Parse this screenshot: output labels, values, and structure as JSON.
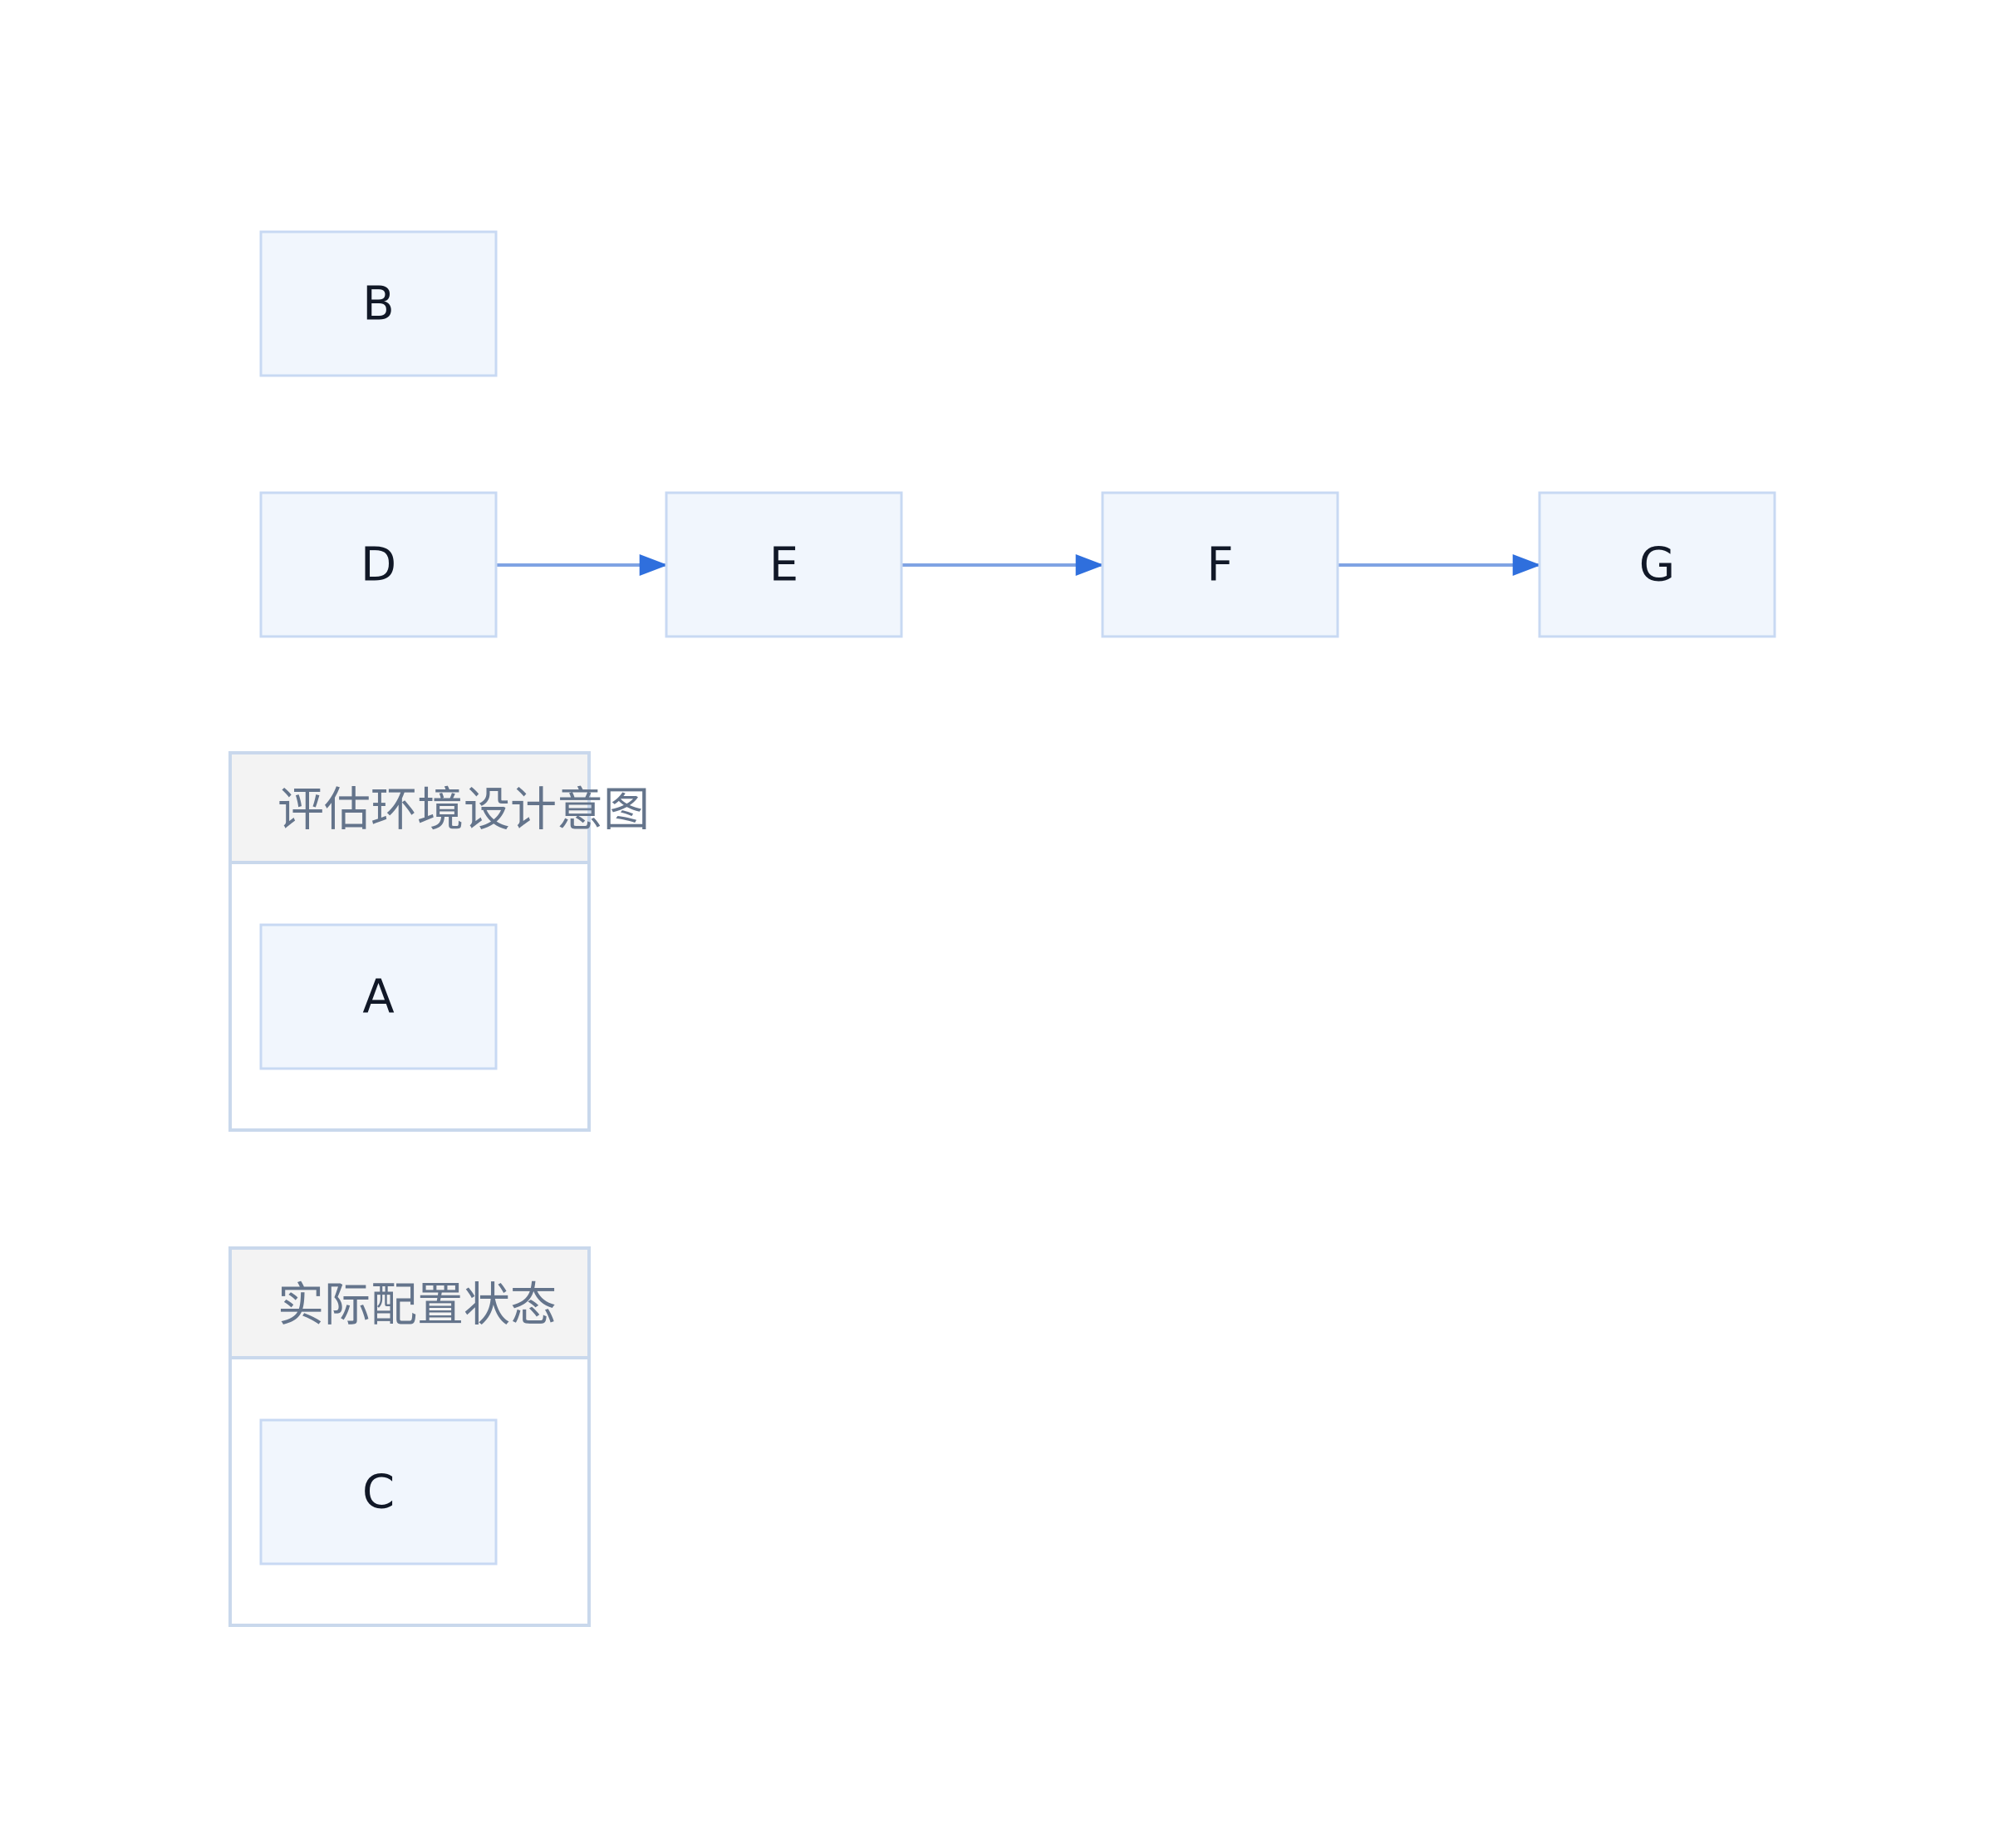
{
  "diagram": {
    "nodes": {
      "b": "B",
      "d": "D",
      "e": "E",
      "f": "F",
      "g": "G",
      "a": "A",
      "c": "C"
    },
    "clusters": {
      "design_intent": {
        "title": "评估环境设计意图"
      },
      "actual_state": {
        "title": "实际配置状态"
      }
    },
    "edges": [
      {
        "from": "D",
        "to": "E"
      },
      {
        "from": "E",
        "to": "F"
      },
      {
        "from": "F",
        "to": "G"
      }
    ],
    "colors": {
      "node_fill": "#f1f6fd",
      "node_border": "#c8d9f3",
      "edge": "#7fa3e3",
      "arrowhead": "#2f6fdd",
      "cluster_header": "#f3f3f3",
      "cluster_title": "#64748b"
    }
  }
}
